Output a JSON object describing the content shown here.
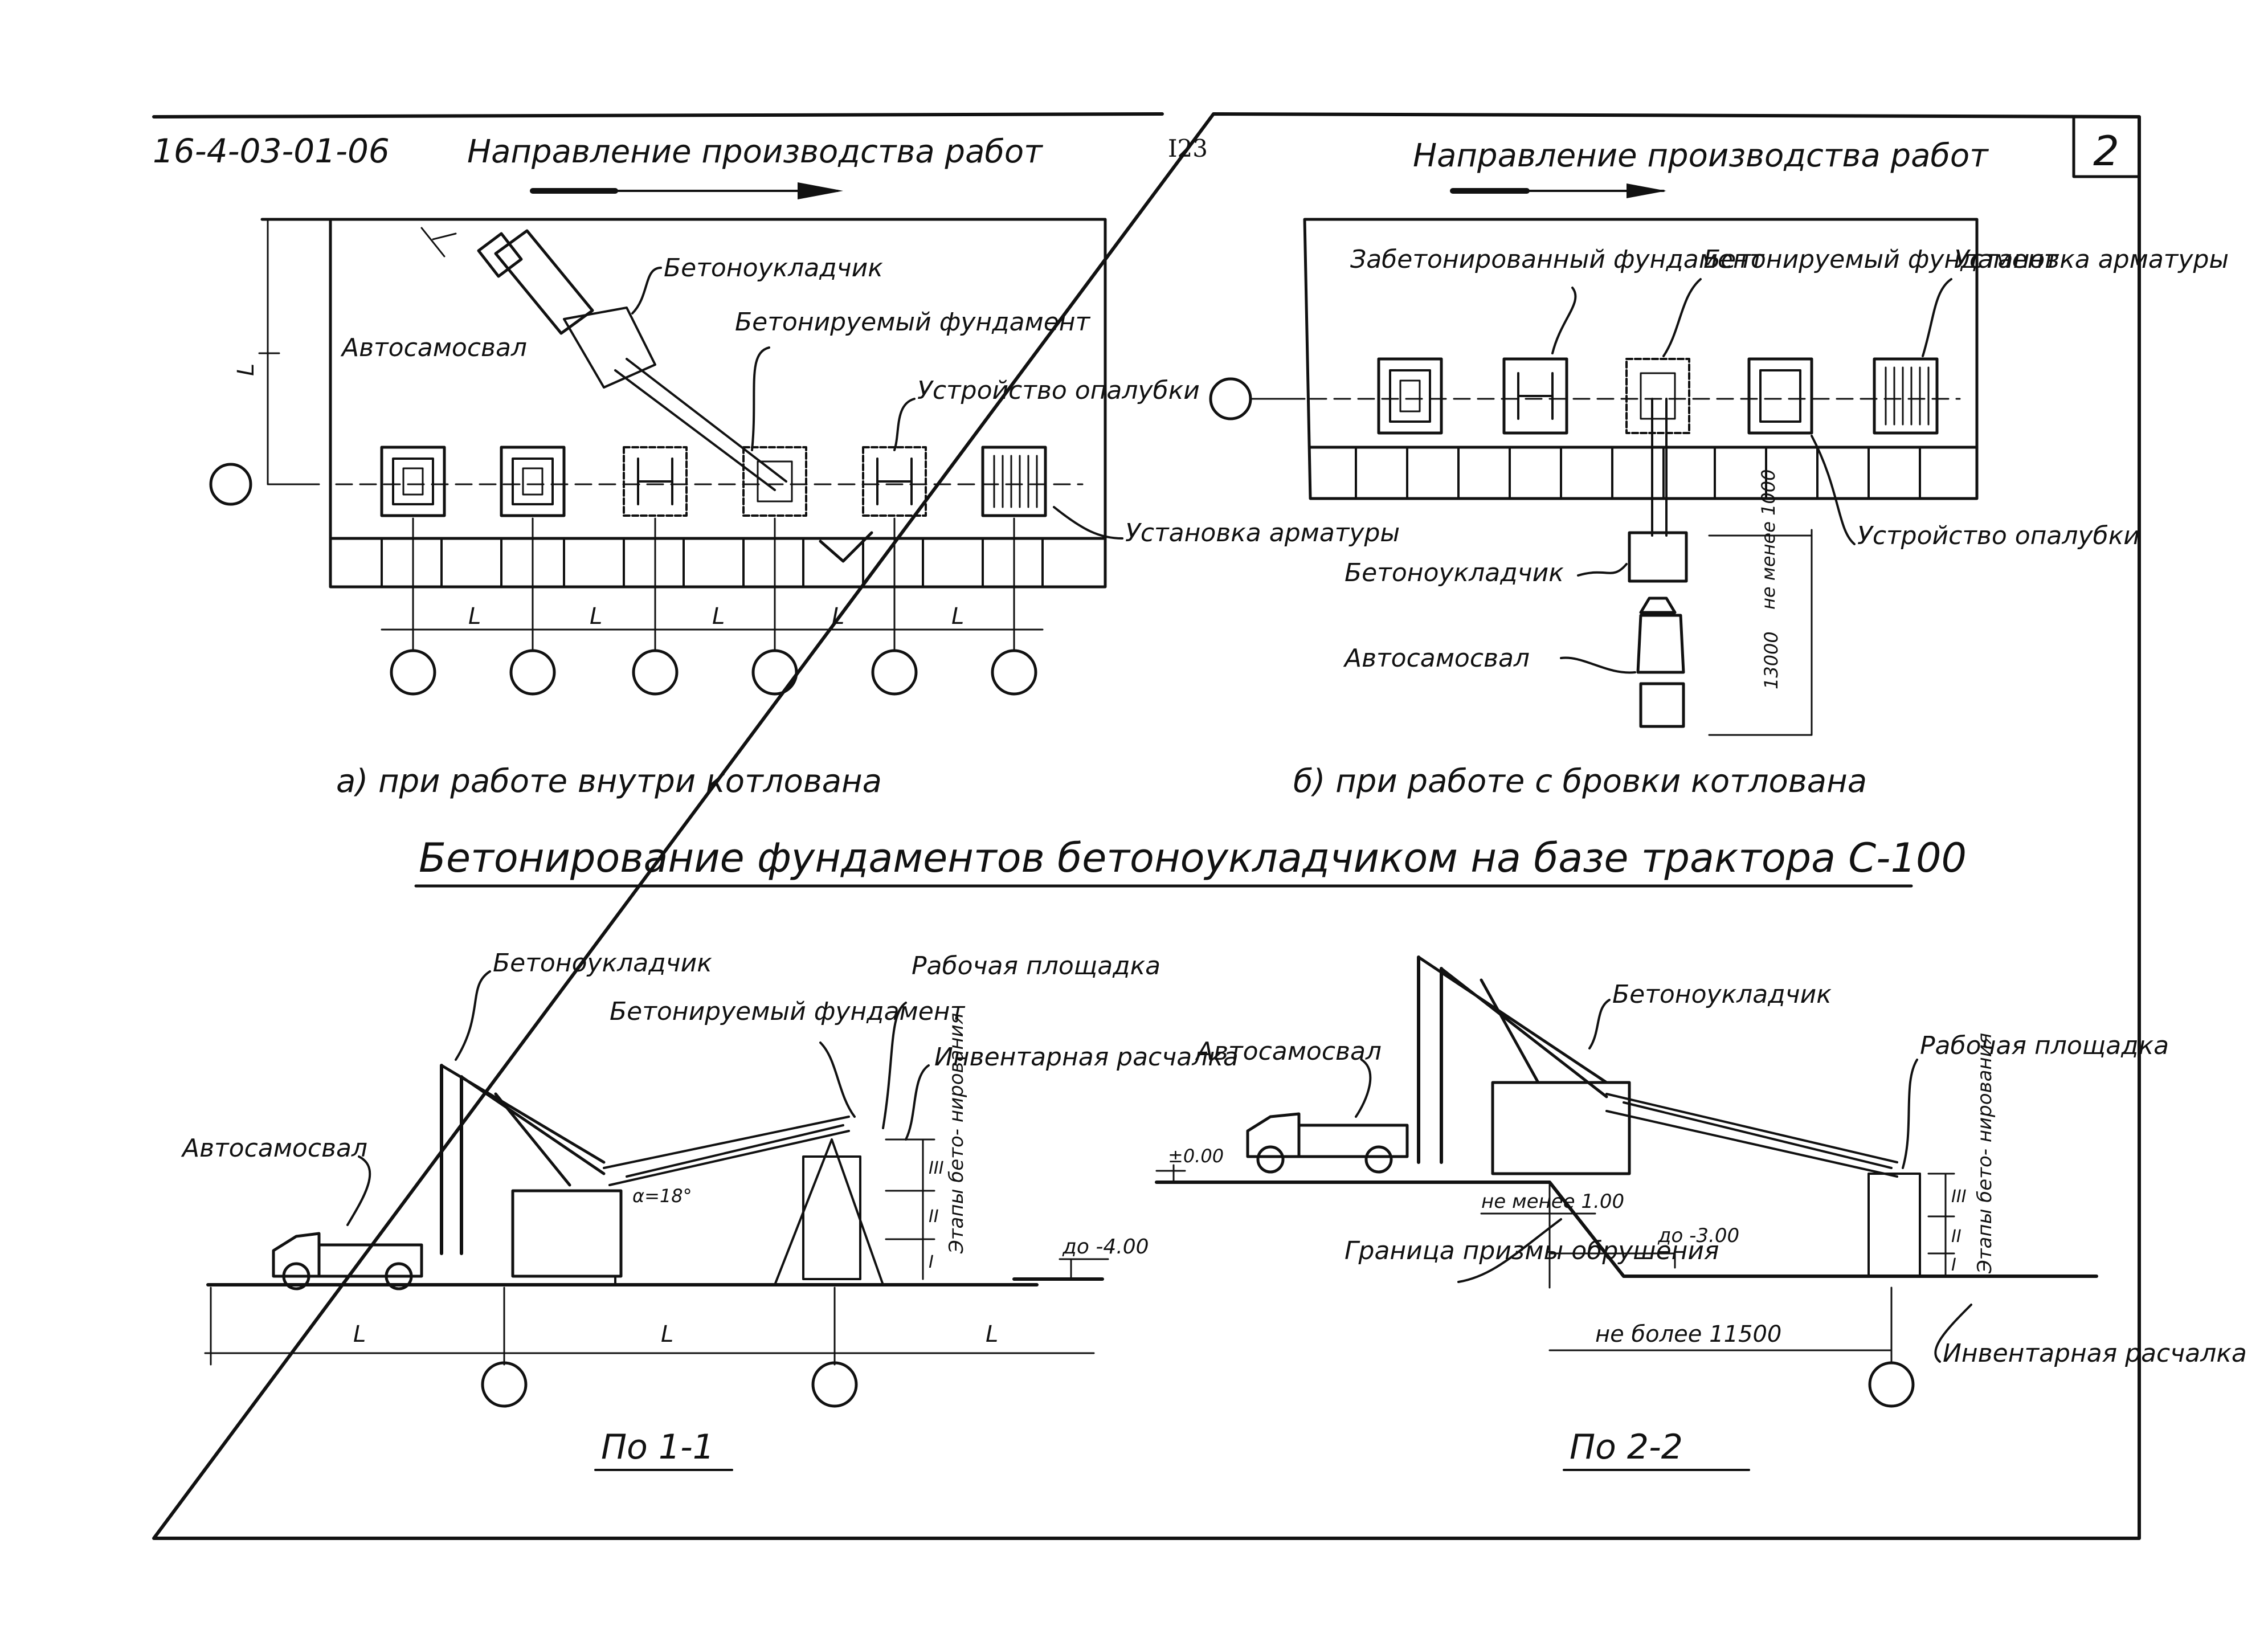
{
  "header": {
    "doc_code": "16-4-03-01-06",
    "page_number": "I23",
    "sheet_number": "2",
    "direction_left": "Направление производства работ",
    "direction_right": "Направление производства работ"
  },
  "plan_a": {
    "labels": {
      "paver": "Бетоноукладчик",
      "truck": "Автосамосвал",
      "concreted": "Бетонируемый фундамент",
      "formwork": "Устройство опалубки",
      "rebar": "Установка арматуры"
    },
    "dim_symbol": "L",
    "caption": "а) при работе внутри котлована"
  },
  "plan_b": {
    "labels": {
      "done": "Забетонированный фундамент",
      "concreted": "Бетонируемый фундамент",
      "rebar": "Установка арматуры",
      "formwork": "Устройство опалубки",
      "paver": "Бетоноукладчик",
      "truck": "Автосамосвал"
    },
    "dims": {
      "min": "не менее 1000",
      "length": "13000"
    },
    "caption": "б) при работе с бровки котлована"
  },
  "main_title": "Бетонирование фундаментов бетоноукладчиком на базе трактора С-100",
  "section_1": {
    "labels": {
      "paver": "Бетоноукладчик",
      "concreted": "Бетонируемый фундамент",
      "platform": "Рабочая площадка",
      "stay": "Инвентарная расчалка",
      "truck": "Автосамосвал",
      "stages": "Этапы бето- нирования"
    },
    "angle": "α=18°",
    "depth": "до -4.00",
    "level_marks": [
      "III",
      "II",
      "I"
    ],
    "dim_symbol": "L",
    "caption": "По 1-1"
  },
  "section_2": {
    "labels": {
      "paver": "Бетоноукладчик",
      "truck": "Автосамосвал",
      "platform": "Рабочая площадка",
      "collapse": "Граница призмы обрушения",
      "stay": "Инвентарная расчалка",
      "stages": "Этапы бето- нирования"
    },
    "marks": {
      "level": "±0.00",
      "min": "не менее 1.00",
      "depth": "до -3.00",
      "max": "не более 11500"
    },
    "level_marks": [
      "III",
      "II",
      "I"
    ],
    "caption": "По 2-2"
  }
}
